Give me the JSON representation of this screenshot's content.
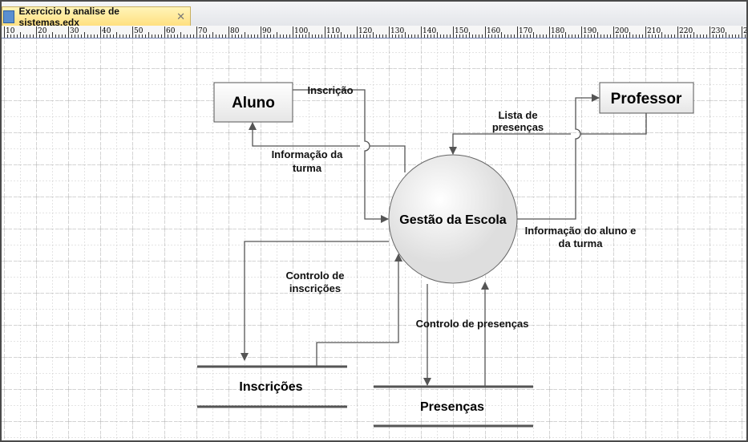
{
  "tab": {
    "title": "Exercicio b analise de sistemas.edx",
    "icon": "document-icon",
    "close": "✕"
  },
  "ruler": {
    "ticks": [
      "10",
      "20",
      "30",
      "40",
      "50",
      "60",
      "70",
      "80",
      "90",
      "100",
      "110",
      "120",
      "130",
      "140",
      "150",
      "160",
      "170",
      "180",
      "190",
      "200",
      "210",
      "220",
      "230",
      "2"
    ]
  },
  "diagram": {
    "entities": {
      "aluno": "Aluno",
      "professor": "Professor"
    },
    "process": "Gestão da Escola",
    "stores": {
      "inscricoes": "Inscrições",
      "presencas": "Presenças"
    },
    "flows": {
      "inscricao": "Inscrição",
      "info_turma": [
        "Informação da",
        "turma"
      ],
      "lista": [
        "Lista de",
        "presenças"
      ],
      "info_aluno": [
        "Informação do aluno e",
        "da turma"
      ],
      "controlo_inscricoes": [
        "Controlo de",
        "inscrições"
      ],
      "controlo_presencas": "Controlo de presenças"
    }
  }
}
